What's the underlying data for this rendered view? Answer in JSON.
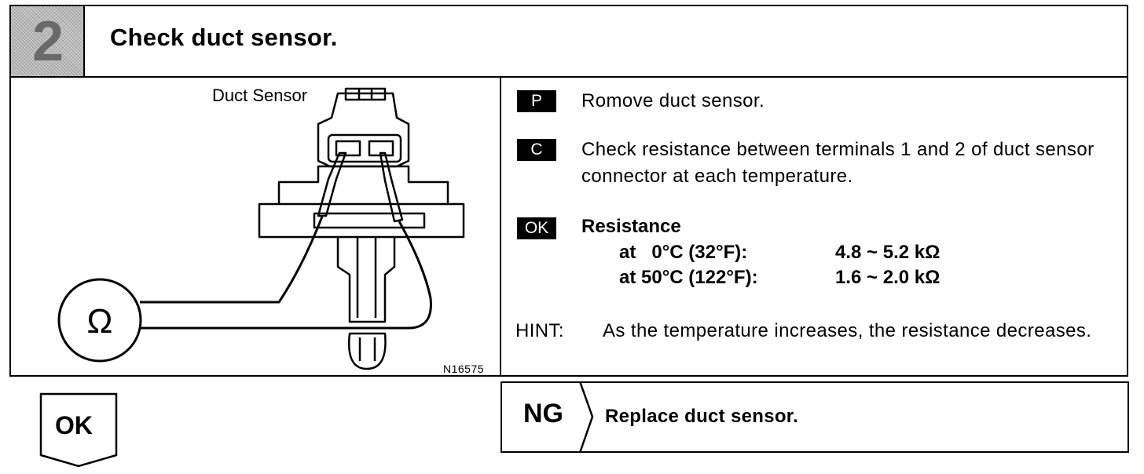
{
  "header": {
    "step_number": "2",
    "title": "Check duct sensor."
  },
  "diagram": {
    "component_label": "Duct Sensor",
    "meter_symbol": "Ω",
    "figure_code": "N16575"
  },
  "steps": {
    "prepare": {
      "tag": "P",
      "text": "Romove duct sensor."
    },
    "check": {
      "tag": "C",
      "text": "Check resistance between terminals 1 and 2 of duct sensor connector at each temperature."
    },
    "ok": {
      "tag": "OK",
      "title": "Resistance",
      "rows": [
        {
          "label": "at   0°C (32°F):",
          "value": "4.8 ~ 5.2 kΩ"
        },
        {
          "label": "at 50°C (122°F):",
          "value": "1.6 ~ 2.0 kΩ"
        }
      ]
    },
    "hint": {
      "label": "HINT:",
      "text": "As the temperature increases, the resistance decreases."
    }
  },
  "result": {
    "ok_label": "OK",
    "ng_label": "NG",
    "ng_action": "Replace duct sensor."
  }
}
